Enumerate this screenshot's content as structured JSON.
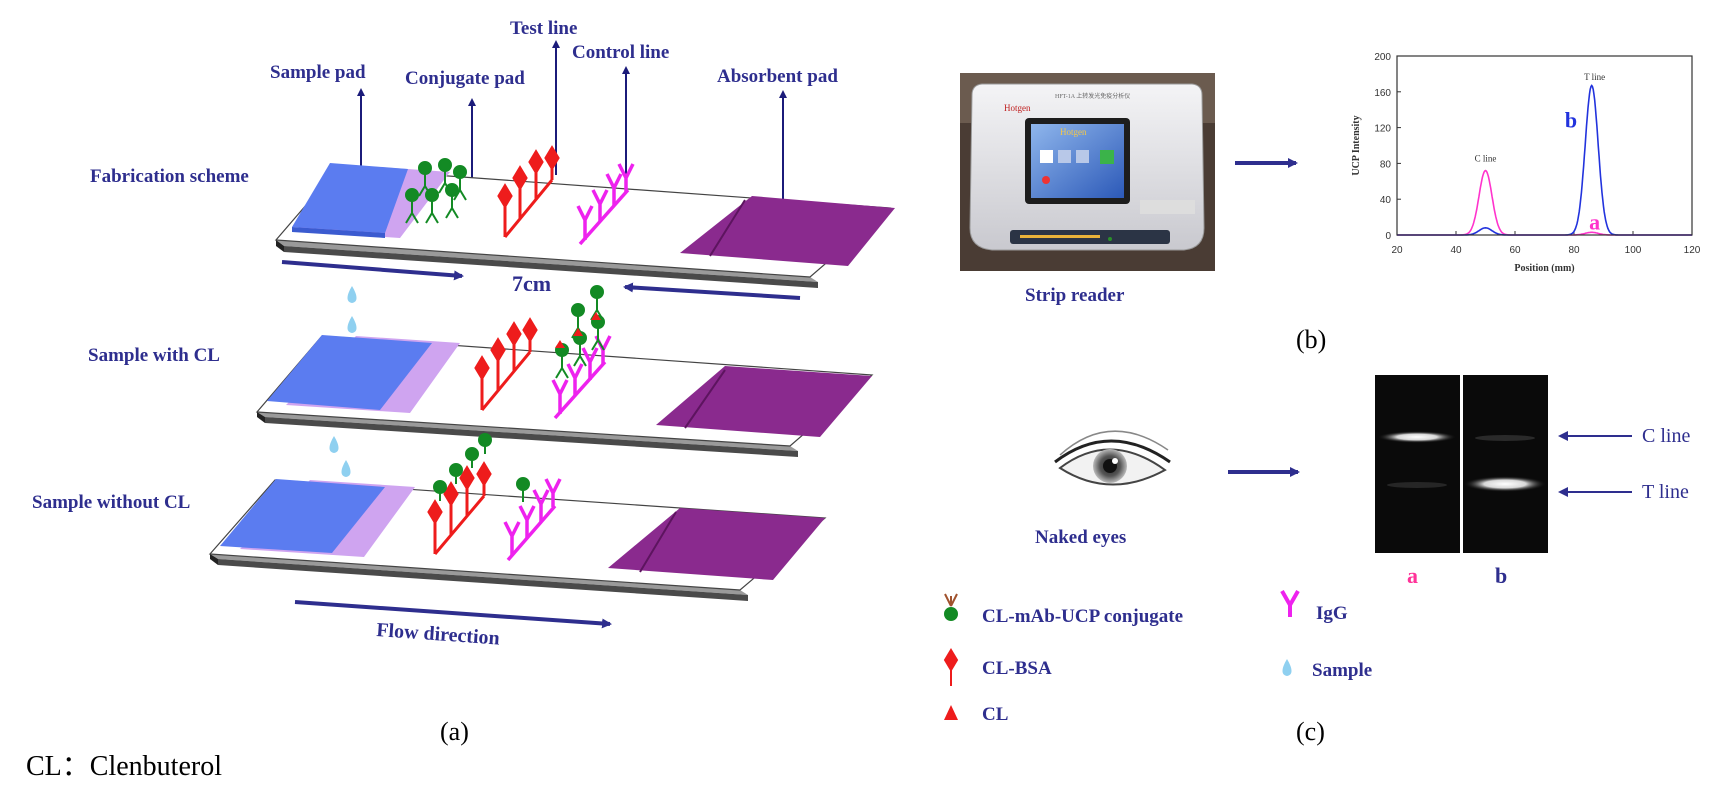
{
  "panel_a": {
    "labels": {
      "sample_pad": "Sample pad",
      "conjugate_pad": "Conjugate pad",
      "test_line": "Test line",
      "control_line": "Control line",
      "absorbent_pad": "Absorbent pad",
      "fabrication_scheme": "Fabrication scheme",
      "sample_with_cl": "Sample with CL",
      "sample_without_cl": "Sample without CL",
      "length": "7cm",
      "flow_direction": "Flow direction"
    },
    "caption": "(a)"
  },
  "panel_b": {
    "device_label": "Strip reader",
    "device_brand": "Hotgen",
    "device_model": "HFT-1A 上转发光免疫分析仪",
    "caption": "(b)"
  },
  "panel_c": {
    "naked_eyes": "Naked eyes",
    "c_line": "C line",
    "t_line": "T line",
    "strip_a": "a",
    "strip_b": "b",
    "caption": "(c)"
  },
  "legend": {
    "conjugate": "CL-mAb-UCP conjugate",
    "igg": "IgG",
    "cl_bsa": "CL-BSA",
    "sample": "Sample",
    "cl": "CL"
  },
  "footnote": "CL：Clenbuterol",
  "colors": {
    "label_blue": "#2e2e8e",
    "sample_pad": "#5b7cf0",
    "conjugate_pad": "#d2a6f0",
    "absorbent_pad": "#8a2a8e",
    "red": "#ee1c1c",
    "magenta": "#ee22ee",
    "green": "#138a24",
    "curve_a": "#ff33cc",
    "curve_b": "#2233dd"
  },
  "chart_data": {
    "type": "line",
    "xlabel": "Position (mm)",
    "ylabel": "UCP Intensity",
    "xlim": [
      20,
      120
    ],
    "ylim": [
      0,
      200
    ],
    "xticks": [
      20,
      40,
      60,
      80,
      100,
      120
    ],
    "yticks": [
      0,
      40,
      80,
      120,
      160,
      200
    ],
    "annotations": {
      "c_line": "C line",
      "t_line": "T line",
      "a": "a",
      "b": "b"
    },
    "series": [
      {
        "name": "a",
        "peaks": [
          {
            "x": 50,
            "y": 72,
            "width": 2.2
          },
          {
            "x": 86,
            "y": 3,
            "width": 2.2
          }
        ]
      },
      {
        "name": "b",
        "peaks": [
          {
            "x": 50,
            "y": 8,
            "width": 2.2
          },
          {
            "x": 86,
            "y": 167,
            "width": 2.2
          }
        ]
      }
    ]
  }
}
